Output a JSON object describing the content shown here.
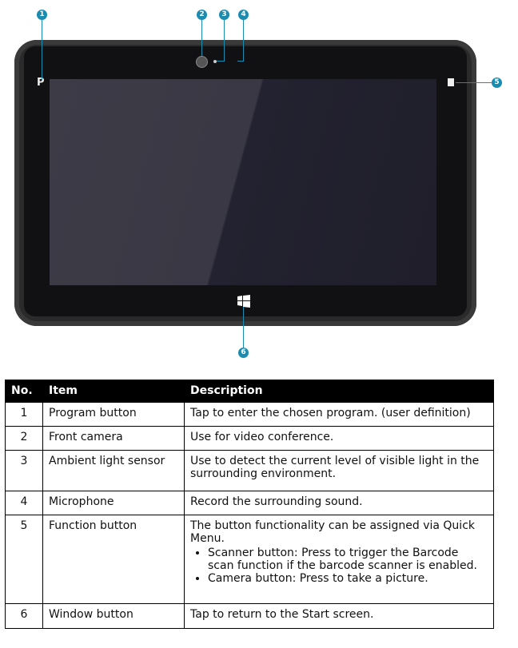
{
  "device": {
    "program_key": "P",
    "callouts": [
      "1",
      "2",
      "3",
      "4",
      "5",
      "6"
    ],
    "accent_color": "#1a8cb0"
  },
  "table": {
    "headers": {
      "no": "No.",
      "item": "Item",
      "description": "Description"
    },
    "rows": [
      {
        "no": "1",
        "item": "Program button",
        "description": "Tap to enter the chosen program. (user definition)"
      },
      {
        "no": "2",
        "item": "Front camera",
        "description": "Use for video conference."
      },
      {
        "no": "3",
        "item": "Ambient light sensor",
        "description": "Use to detect the current level of visible light in the surrounding environment."
      },
      {
        "no": "4",
        "item": "Microphone",
        "description": "Record the surrounding sound."
      },
      {
        "no": "5",
        "item": "Function button",
        "description": "The button functionality can be assigned via Quick Menu.",
        "bullets": [
          "Scanner button: Press to trigger the Barcode scan function if the barcode scanner is enabled.",
          "Camera button: Press to take a picture."
        ]
      },
      {
        "no": "6",
        "item": "Window button",
        "description": "Tap to return to the Start screen."
      }
    ]
  }
}
